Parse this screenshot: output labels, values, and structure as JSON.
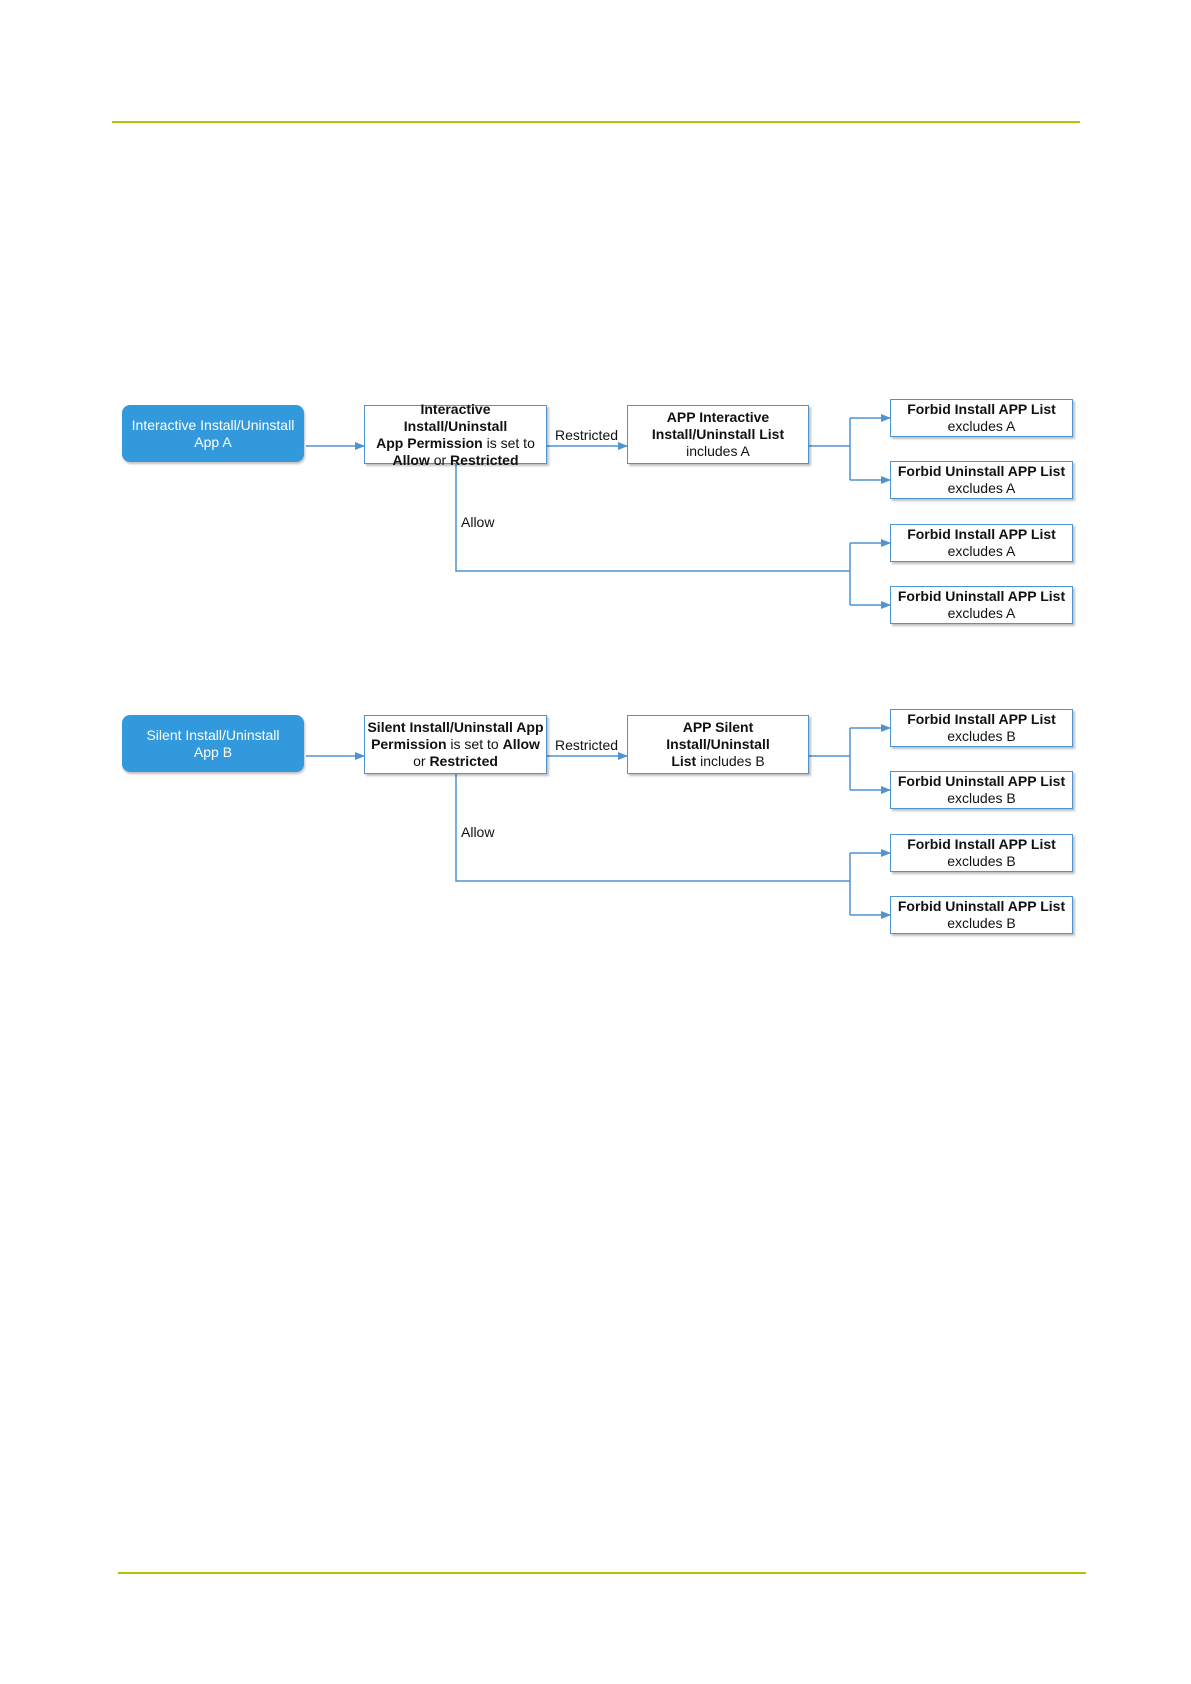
{
  "colors": {
    "rule": "#b5c400",
    "start_fill": "#3399dd",
    "connector": "#4f94d0"
  },
  "flow_a": {
    "start": {
      "line1": "Interactive Install/Uninstall",
      "line2": "App A"
    },
    "decision": {
      "line1_bold": "Interactive Install/Uninstall",
      "line2_bold": "App Permission",
      "line2_rest": " is set to",
      "line3_bold1": "Allow",
      "line3_mid": " or ",
      "line3_bold2": "Restricted"
    },
    "list_box": {
      "line1_bold": "APP Interactive",
      "line2_bold": "Install/Uninstall List",
      "line3": "includes A"
    },
    "label_restricted": "Restricted",
    "label_allow": "Allow",
    "results": [
      {
        "title": "Forbid Install APP List",
        "sub": "excludes A"
      },
      {
        "title": "Forbid Uninstall APP List",
        "sub": "excludes A"
      },
      {
        "title": "Forbid Install APP List",
        "sub": "excludes A"
      },
      {
        "title": "Forbid Uninstall APP List",
        "sub": "excludes A"
      }
    ]
  },
  "flow_b": {
    "start": {
      "line1": "Silent Install/Uninstall",
      "line2": "App B"
    },
    "decision": {
      "line1_bold": "Silent Install/Uninstall App",
      "line2_bold1": "Permission",
      "line2_mid": " is set to ",
      "line2_bold2": "Allow",
      "line3_pre": "or ",
      "line3_bold": "Restricted"
    },
    "list_box": {
      "line1_bold": "APP Silent Install/Uninstall",
      "line2_bold": "List",
      "line2_rest": " includes B"
    },
    "label_restricted": "Restricted",
    "label_allow": "Allow",
    "results": [
      {
        "title": "Forbid Install APP List",
        "sub": "excludes B"
      },
      {
        "title": "Forbid Uninstall APP List",
        "sub": "excludes B"
      },
      {
        "title": "Forbid Install APP List",
        "sub": "excludes B"
      },
      {
        "title": "Forbid Uninstall APP List",
        "sub": "excludes B"
      }
    ]
  }
}
